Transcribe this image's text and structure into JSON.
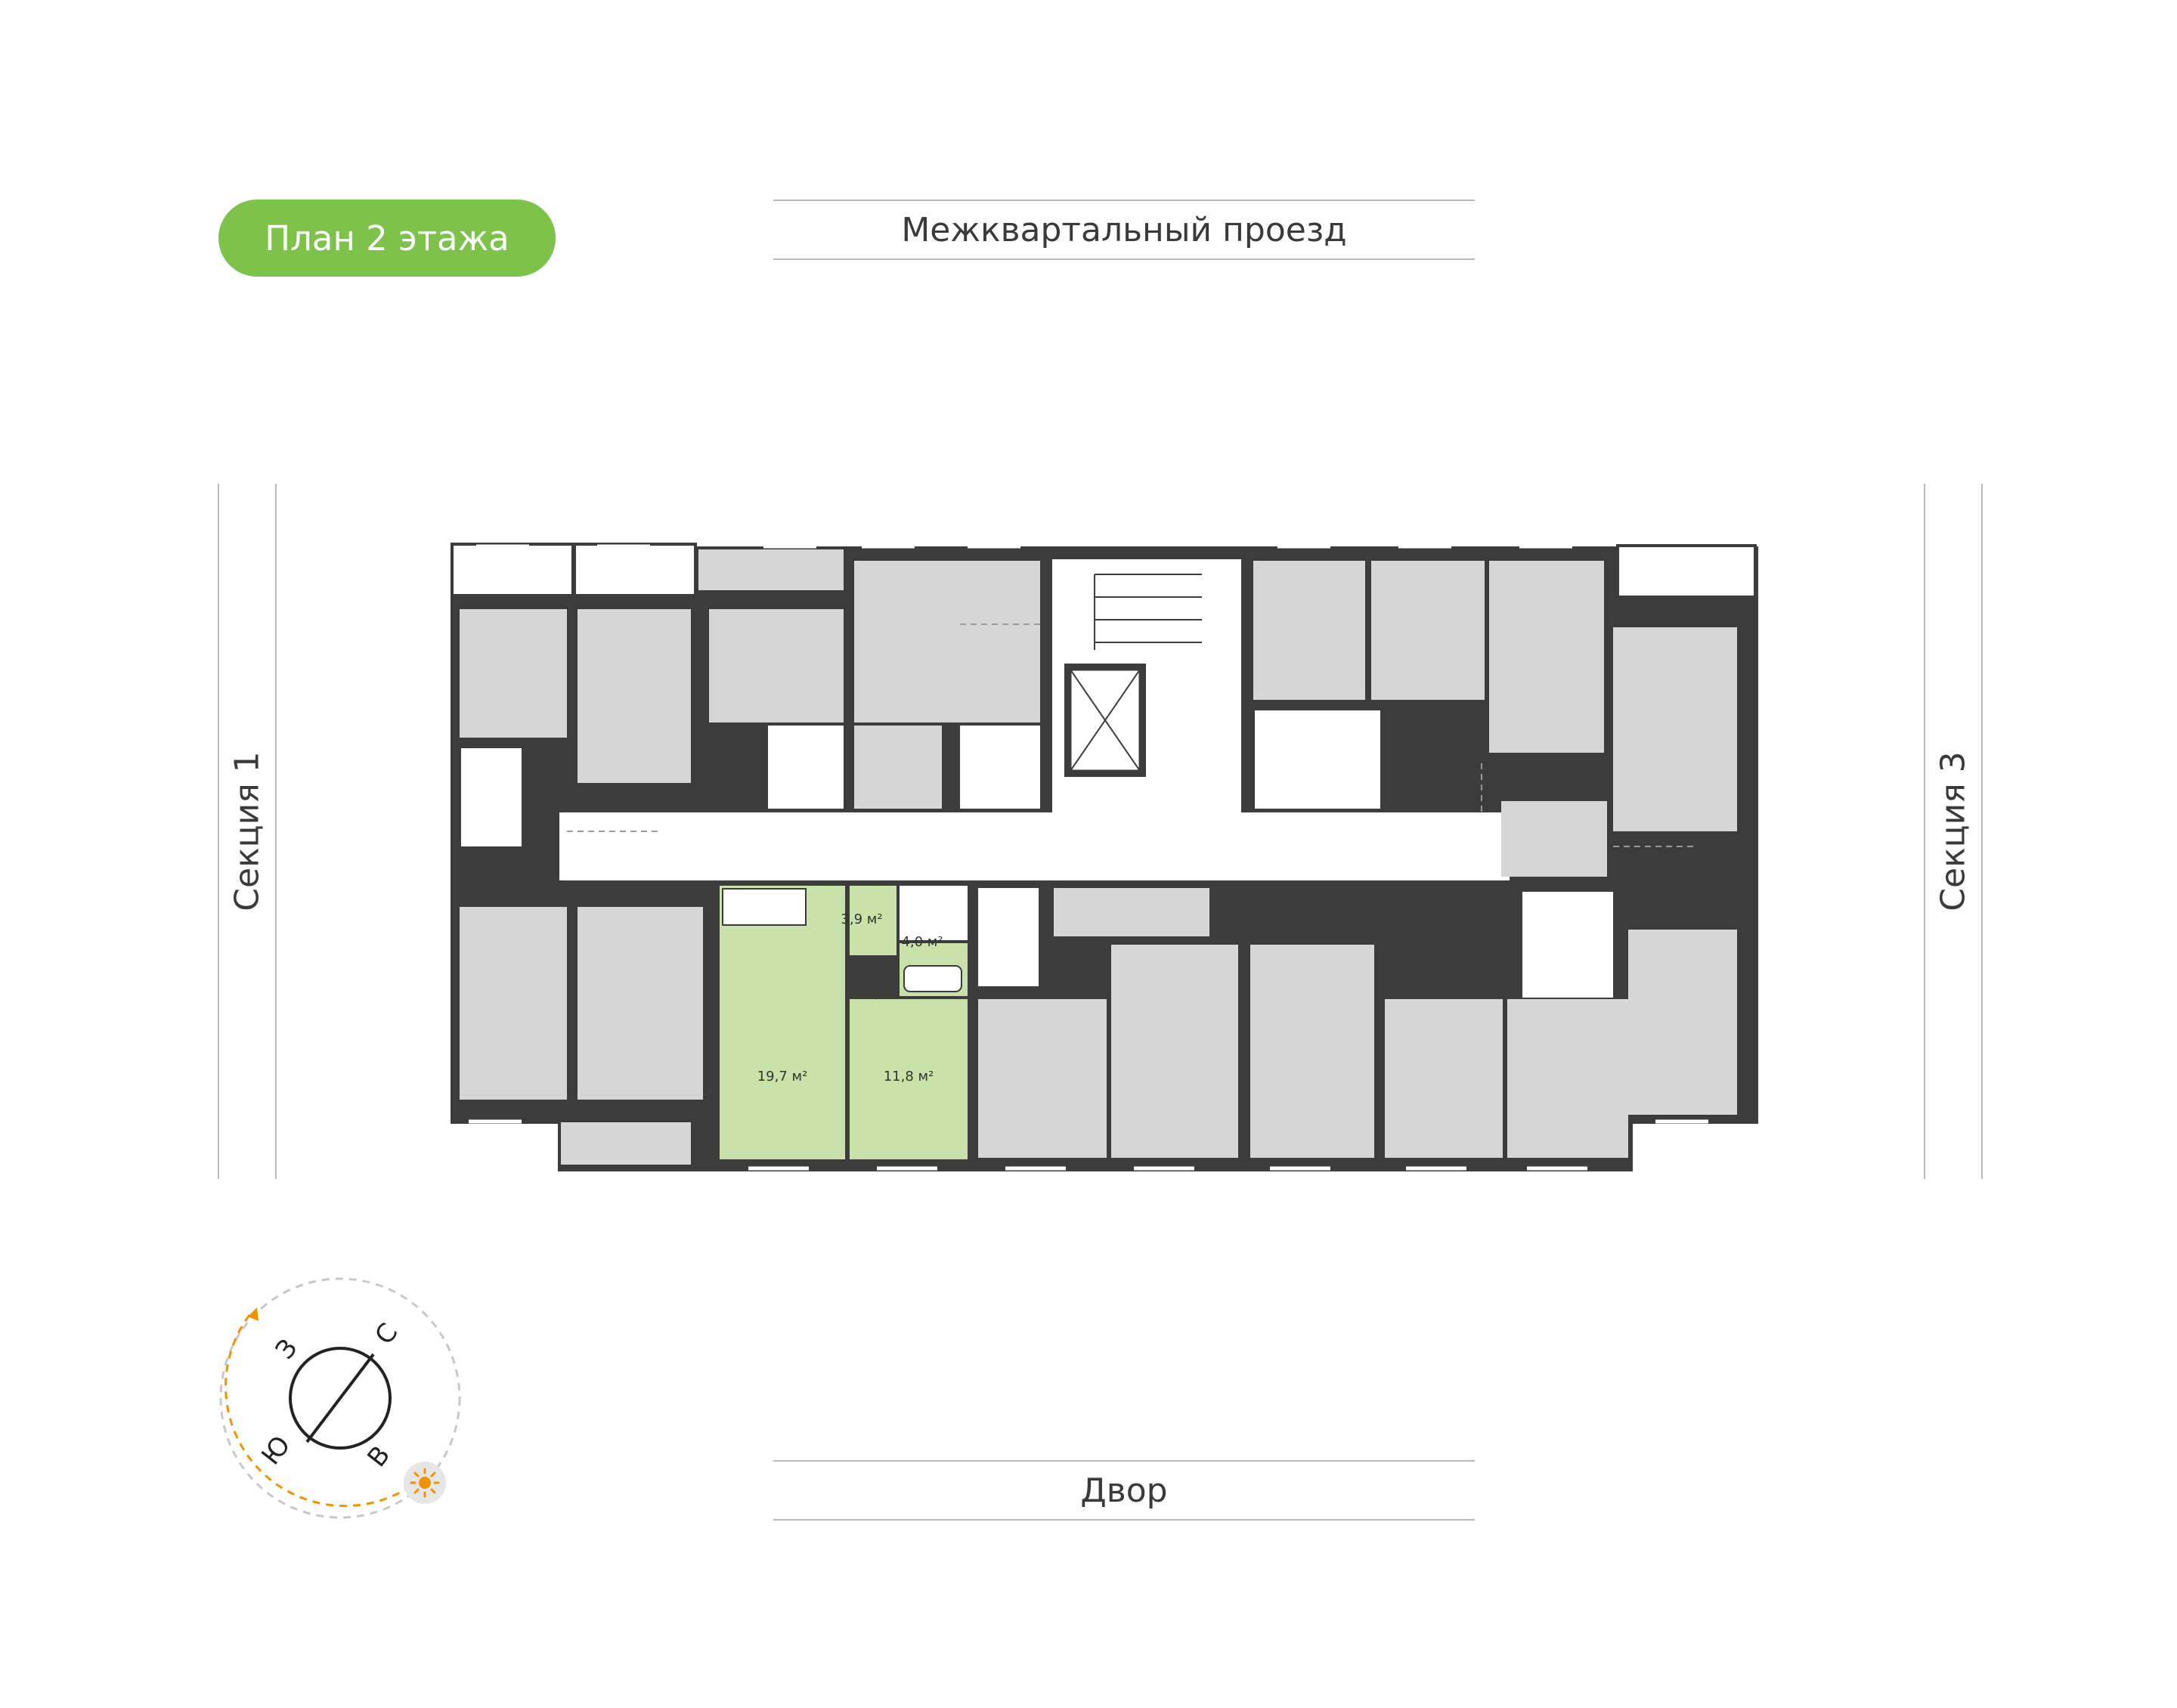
{
  "title": "План 2 этажа",
  "streets": {
    "top": "Межквартальный проезд",
    "bottom": "Двор"
  },
  "sections": {
    "left": "Секция 1",
    "right": "Секция 3"
  },
  "highlighted_unit": {
    "rooms": [
      {
        "area": "19,7 м²"
      },
      {
        "area": "11,8 м²"
      },
      {
        "area": "3,9 м²"
      },
      {
        "area": "4,0 м²"
      }
    ]
  },
  "compass": {
    "n": "С",
    "e": "В",
    "s": "Ю",
    "w": "З",
    "sun_icon": "sun-icon"
  },
  "colors": {
    "accent": "#7dc34a",
    "highlight": "#c8e2a9",
    "room": "#d6d6d6",
    "wall": "#3c3c3c",
    "corridor": "#ffffff",
    "sun": "#f39200"
  }
}
